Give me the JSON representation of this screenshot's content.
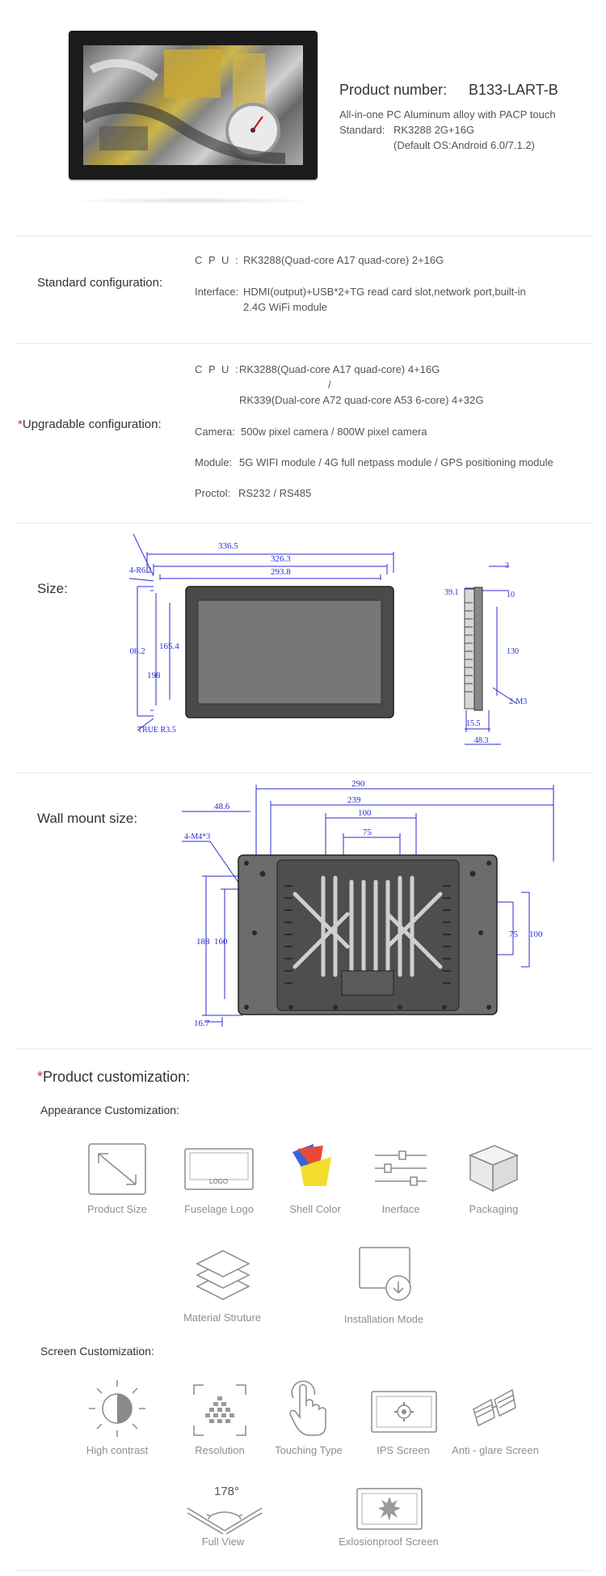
{
  "product": {
    "number_label": "Product number:",
    "number_value": "B133-LART-B",
    "desc": "All-in-one PC Aluminum alloy with PACP touch",
    "standard_label": "Standard:",
    "standard_value": "RK3288 2G+16G",
    "default_os": "(Default OS:Android 6.0/7.1.2)"
  },
  "standard_config": {
    "title": "Standard configuration:",
    "cpu_label": "C P U :",
    "cpu_value": "RK3288(Quad-core A17 quad-core) 2+16G",
    "interface_label": "Interface:",
    "interface_value_1": "HDMI(output)+USB*2+TG read card slot,network port,built-in",
    "interface_value_2": "2.4G WiFi module"
  },
  "upgradable_config": {
    "star": "*",
    "title": "Upgradable configuration:",
    "cpu_label": "C P U :",
    "cpu_value_1": "RK3288(Quad-core A17 quad-core) 4+16G",
    "cpu_sep": "/",
    "cpu_value_2": "RK339(Dual-core A72 quad-core A53 6-core) 4+32G",
    "camera_label": "Camera:",
    "camera_value": "500w pixel camera / 800W pixel camera",
    "module_label": "Module:",
    "module_value": "5G WIFI module / 4G full netpass module / GPS positioning module",
    "proctol_label": "Proctol:",
    "proctol_value": "RS232 / RS485"
  },
  "size": {
    "title": "Size:",
    "front_dims": [
      "336.5",
      "326.3",
      "293.8",
      "4-R6.2",
      "208.2",
      "198",
      "165.4",
      "TRUE R3.5"
    ],
    "side_dims": [
      "3",
      "39.1",
      "10",
      "130",
      "2-M3",
      "15.5",
      "48.3"
    ]
  },
  "wall_mount": {
    "title": "Wall mount size:",
    "dims": [
      "290",
      "239",
      "100",
      "75",
      "48.6",
      "4-M4*3",
      "188",
      "160",
      "75",
      "100",
      "16.7"
    ]
  },
  "customization": {
    "star": "*",
    "title": "Product customization:",
    "appearance_title": "Appearance Customization:",
    "appearance_items": [
      "Product Size",
      "Fuselage Logo",
      "Shell Color",
      "Inerface",
      "Packaging",
      "Material Struture",
      "Installation Mode"
    ],
    "logo_text": "LOGO",
    "screen_title": "Screen Customization:",
    "screen_items": [
      "High contrast",
      "Resolution",
      "Touching Type",
      "IPS Screen",
      "Anti - glare Screen",
      "Full View",
      "Exlosionproof Screen"
    ],
    "angle_text": "178°"
  },
  "colors": {
    "accent_red": "#d9333f",
    "dim_blue": "#2b2bd6",
    "text": "#444444"
  }
}
